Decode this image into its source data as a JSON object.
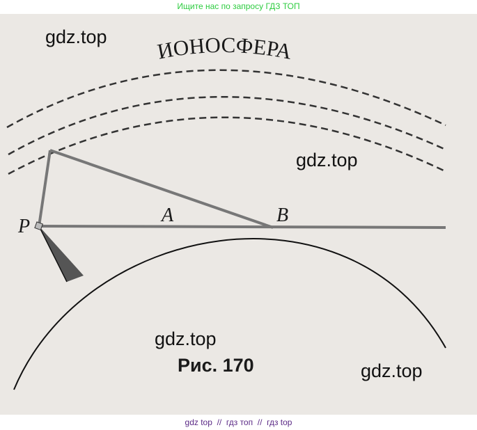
{
  "banner": "Ищите нас по запросу ГДЗ ТОП",
  "figure": {
    "title": "ИОНОСФЕРА",
    "points": {
      "p": "P",
      "a": "A",
      "b": "B"
    },
    "caption": "Рис. 170"
  },
  "watermarks": [
    "gdz.top",
    "gdz.top",
    "gdz.top",
    "gdz.top"
  ],
  "footer": "gdz top  //  гдз топ  //  гдз top"
}
